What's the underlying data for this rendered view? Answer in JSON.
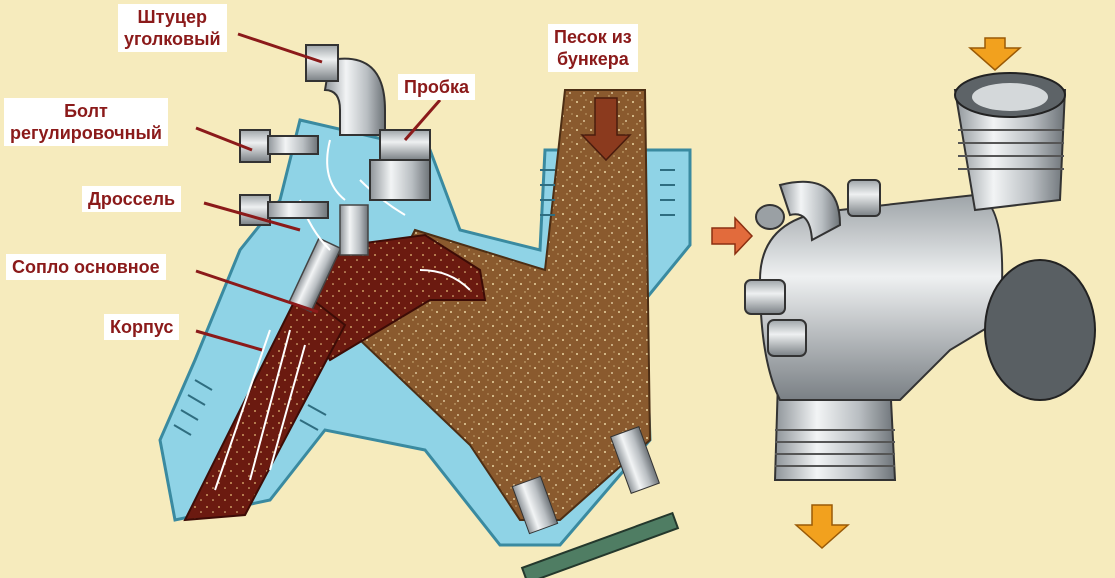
{
  "labels": {
    "fitting": {
      "line1": "Штуцер",
      "line2": "уголковый"
    },
    "bolt": {
      "line1": "Болт",
      "line2": "регулировочный"
    },
    "throttle": "Дроссель",
    "nozzle": "Сопло основное",
    "body": "Корпус",
    "plug": "Пробка",
    "sand": {
      "line1": "Песок из",
      "line2": "бункера"
    }
  },
  "colors": {
    "background": "#f6ebbd",
    "label_text": "#8b1a1a",
    "housing": "#8fd3e6",
    "sand": "#8a5a2e",
    "jet": "#6b1a10",
    "arrow": "#f2a11e",
    "air_arrow": "#e26b3c",
    "metal": "#c9cdd0"
  }
}
